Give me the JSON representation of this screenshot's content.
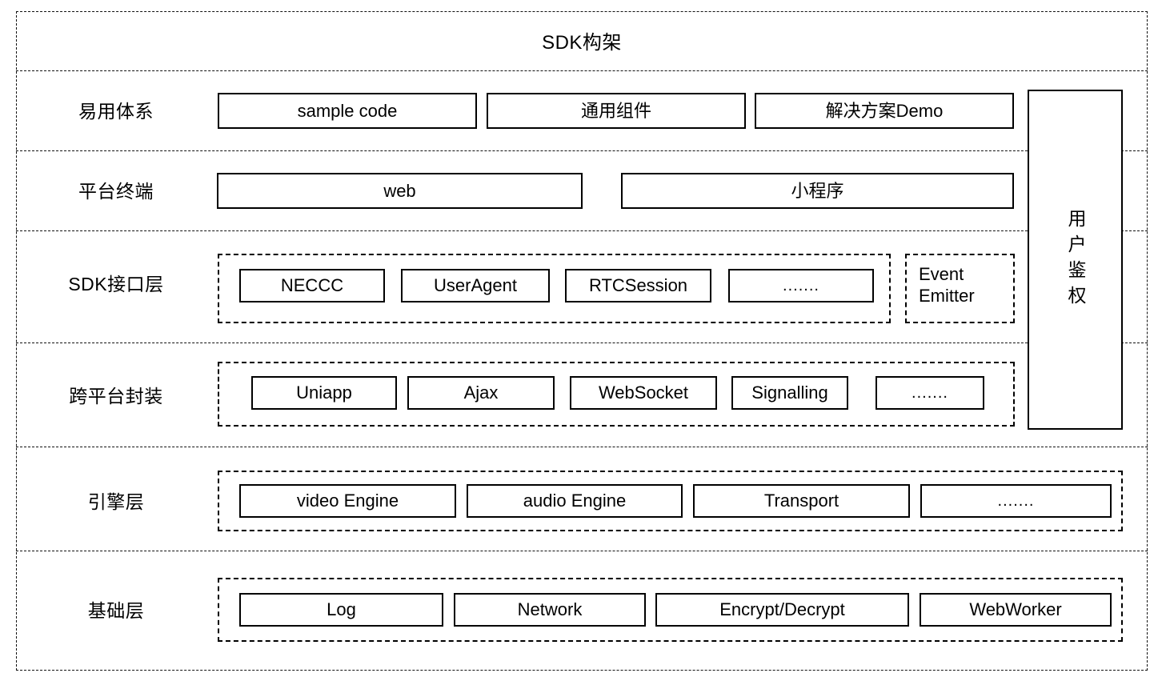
{
  "title": "SDK构架",
  "auth_column": {
    "label": "用户鉴权"
  },
  "rows": [
    {
      "label": "易用体系",
      "items": [
        {
          "text": "sample code"
        },
        {
          "text": "通用组件"
        },
        {
          "text": "解决方案Demo"
        }
      ]
    },
    {
      "label": "平台终端",
      "items": [
        {
          "text": "web"
        },
        {
          "text": "小程序"
        }
      ]
    },
    {
      "label": "SDK接口层",
      "items": [
        {
          "text": "NECCC"
        },
        {
          "text": "UserAgent"
        },
        {
          "text": "RTCSession"
        },
        {
          "text": "......."
        }
      ],
      "side_group": {
        "text": "Event\nEmitter"
      }
    },
    {
      "label": "跨平台封装",
      "items": [
        {
          "text": "Uniapp"
        },
        {
          "text": "Ajax"
        },
        {
          "text": "WebSocket"
        },
        {
          "text": "Signalling"
        },
        {
          "text": "......."
        }
      ]
    },
    {
      "label": "引擎层",
      "items": [
        {
          "text": "video Engine"
        },
        {
          "text": "audio Engine"
        },
        {
          "text": "Transport"
        },
        {
          "text": "......."
        }
      ]
    },
    {
      "label": "基础层",
      "items": [
        {
          "text": "Log"
        },
        {
          "text": "Network"
        },
        {
          "text": "Encrypt/Decrypt"
        },
        {
          "text": "WebWorker"
        }
      ]
    }
  ],
  "colors": {
    "stroke": "#000000",
    "background": "#ffffff"
  }
}
